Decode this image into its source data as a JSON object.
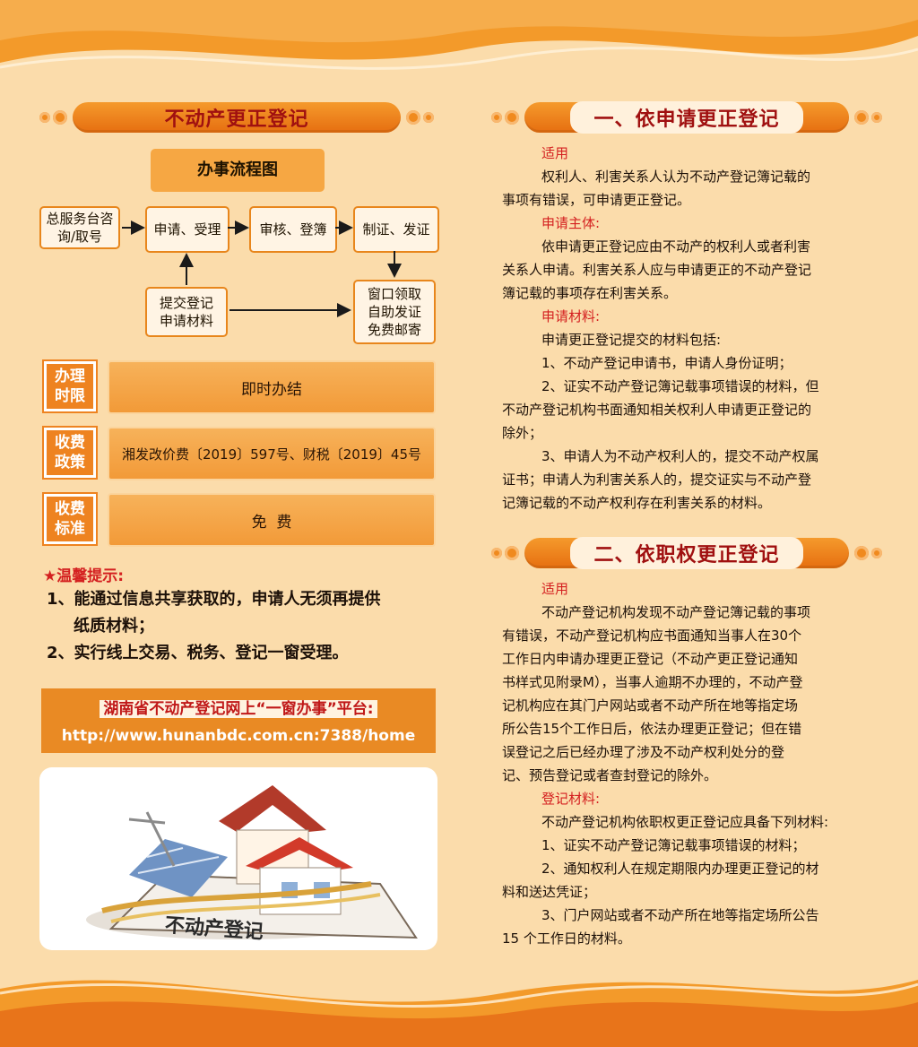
{
  "left": {
    "section_title": "不动产更正登记",
    "flow": {
      "title": "办事流程图",
      "step1": "总服务台咨询/取号",
      "step2": "申请、受理",
      "step3": "审核、登簿",
      "step4": "制证、发证",
      "step5": "提交登记申请材料",
      "step6": "窗口领取自助发证免费邮寄"
    },
    "rows": [
      {
        "tag": "办理时限",
        "value": "即时办结"
      },
      {
        "tag": "收费政策",
        "value": "湘发改价费〔2019〕597号、财税〔2019〕45号"
      },
      {
        "tag": "收费标准",
        "value": "免  费"
      }
    ],
    "tips_title": "★温馨提示:",
    "tips": [
      "1、能通过信息共享获取的，申请人无须再提供",
      "纸质材料；",
      "2、实行线上交易、税务、登记一窗受理。"
    ],
    "platform_label": "湖南省不动产登记网上“一窗办事”平台:",
    "platform_url": "http://www.hunanbdc.com.cn:7388/home",
    "illus_text": "不动产登记"
  },
  "right": {
    "sec1_title": "一、依申请更正登记",
    "sec1": {
      "label_apply": "适用",
      "apply_text_1": "权利人、利害关系人认为不动产登记簿记载的",
      "apply_text_2": "事项有错误，可申请更正登记。",
      "label_subject": "申请主体:",
      "subject_1": "依申请更正登记应由不动产的权利人或者利害",
      "subject_2": "关系人申请。利害关系人应与申请更正的不动产登记",
      "subject_3": "簿记载的事项存在利害关系。",
      "label_materials": "申请材料:",
      "mat_intro": "申请更正登记提交的材料包括:",
      "mat_1": "1、不动产登记申请书，申请人身份证明；",
      "mat_2a": "2、证实不动产登记簿记载事项错误的材料，但",
      "mat_2b": "不动产登记机构书面通知相关权利人申请更正登记的",
      "mat_2c": "除外；",
      "mat_3a": "3、申请人为不动产权利人的，提交不动产权属",
      "mat_3b": "证书；申请人为利害关系人的，提交证实与不动产登",
      "mat_3c": "记簿记载的不动产权利存在利害关系的材料。"
    },
    "sec2_title": "二、依职权更正登记",
    "sec2": {
      "label_apply": "适用",
      "t1": "不动产登记机构发现不动产登记簿记载的事项",
      "t2": "有错误，不动产登记机构应书面通知当事人在30个",
      "t3": "工作日内申请办理更正登记（不动产更正登记通知",
      "t4": "书样式见附录M），当事人逾期不办理的，不动产登",
      "t5": "记机构应在其门户网站或者不动产所在地等指定场",
      "t6": "所公告15个工作日后，依法办理更正登记；但在错",
      "t7": "误登记之后已经办理了涉及不动产权利处分的登",
      "t8": "记、预告登记或者查封登记的除外。",
      "label_materials": "登记材料:",
      "mat_intro": "不动产登记机构依职权更正登记应具备下列材料:",
      "mat_1": "1、证实不动产登记簿记载事项错误的材料；",
      "mat_2a": "2、通知权利人在规定期限内办理更正登记的材",
      "mat_2b": "料和送达凭证；",
      "mat_3a": "3、门户网站或者不动产所在地等指定场所公告",
      "mat_3b": "15 个工作日的材料。"
    }
  },
  "colors": {
    "accent": "#ee8320",
    "title_text": "#a01010",
    "label_red": "#d42020",
    "background": "#fbdcab"
  }
}
